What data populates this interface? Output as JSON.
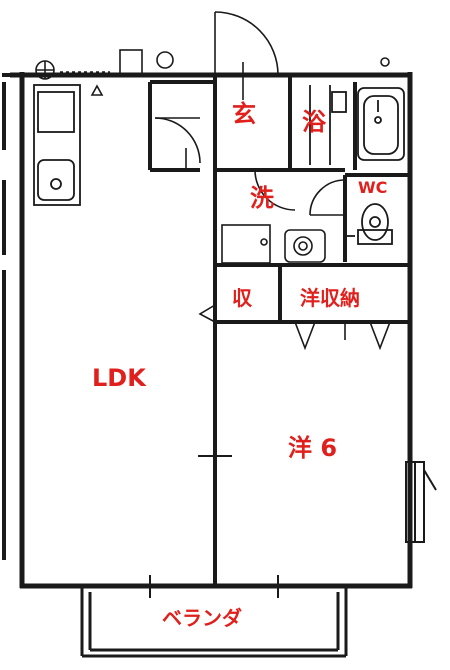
{
  "rooms": {
    "genkan": "玄",
    "yoku": "浴",
    "sen": "洗",
    "wc": "WC",
    "shu": "収",
    "youshunou": "洋収納",
    "ldk": "LDK",
    "you6": "洋 6",
    "beranda": "ベランダ"
  },
  "colors": {
    "label": "#e0201c",
    "line": "#1a1a1a",
    "fixture": "#555555"
  }
}
